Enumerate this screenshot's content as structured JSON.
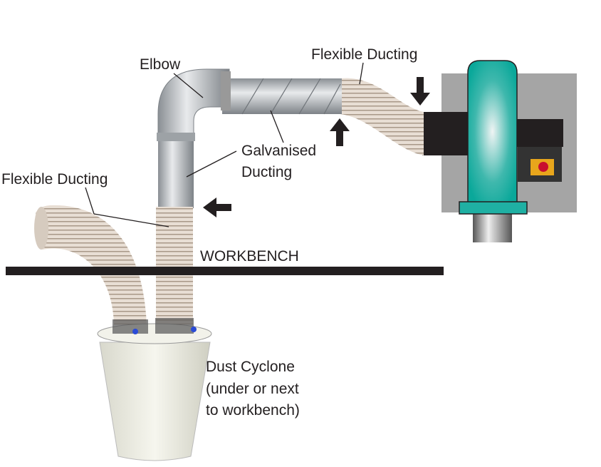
{
  "labels": {
    "elbow": "Elbow",
    "flex_top": "Flexible Ducting",
    "galv_line1": "Galvanised",
    "galv_line2": "Ducting",
    "flex_left": "Flexible Ducting",
    "workbench": "WORKBENCH",
    "cyclone_line1": "Dust Cyclone",
    "cyclone_line2": "(under or next",
    "cyclone_line3": "to workbench)"
  },
  "colors": {
    "machine": "#0aa89a",
    "panel": "#a5a5a5",
    "black": "#231f20",
    "flex": "#e6dcd2",
    "galv": "#b8bcc0",
    "button": "#e8a61c"
  }
}
